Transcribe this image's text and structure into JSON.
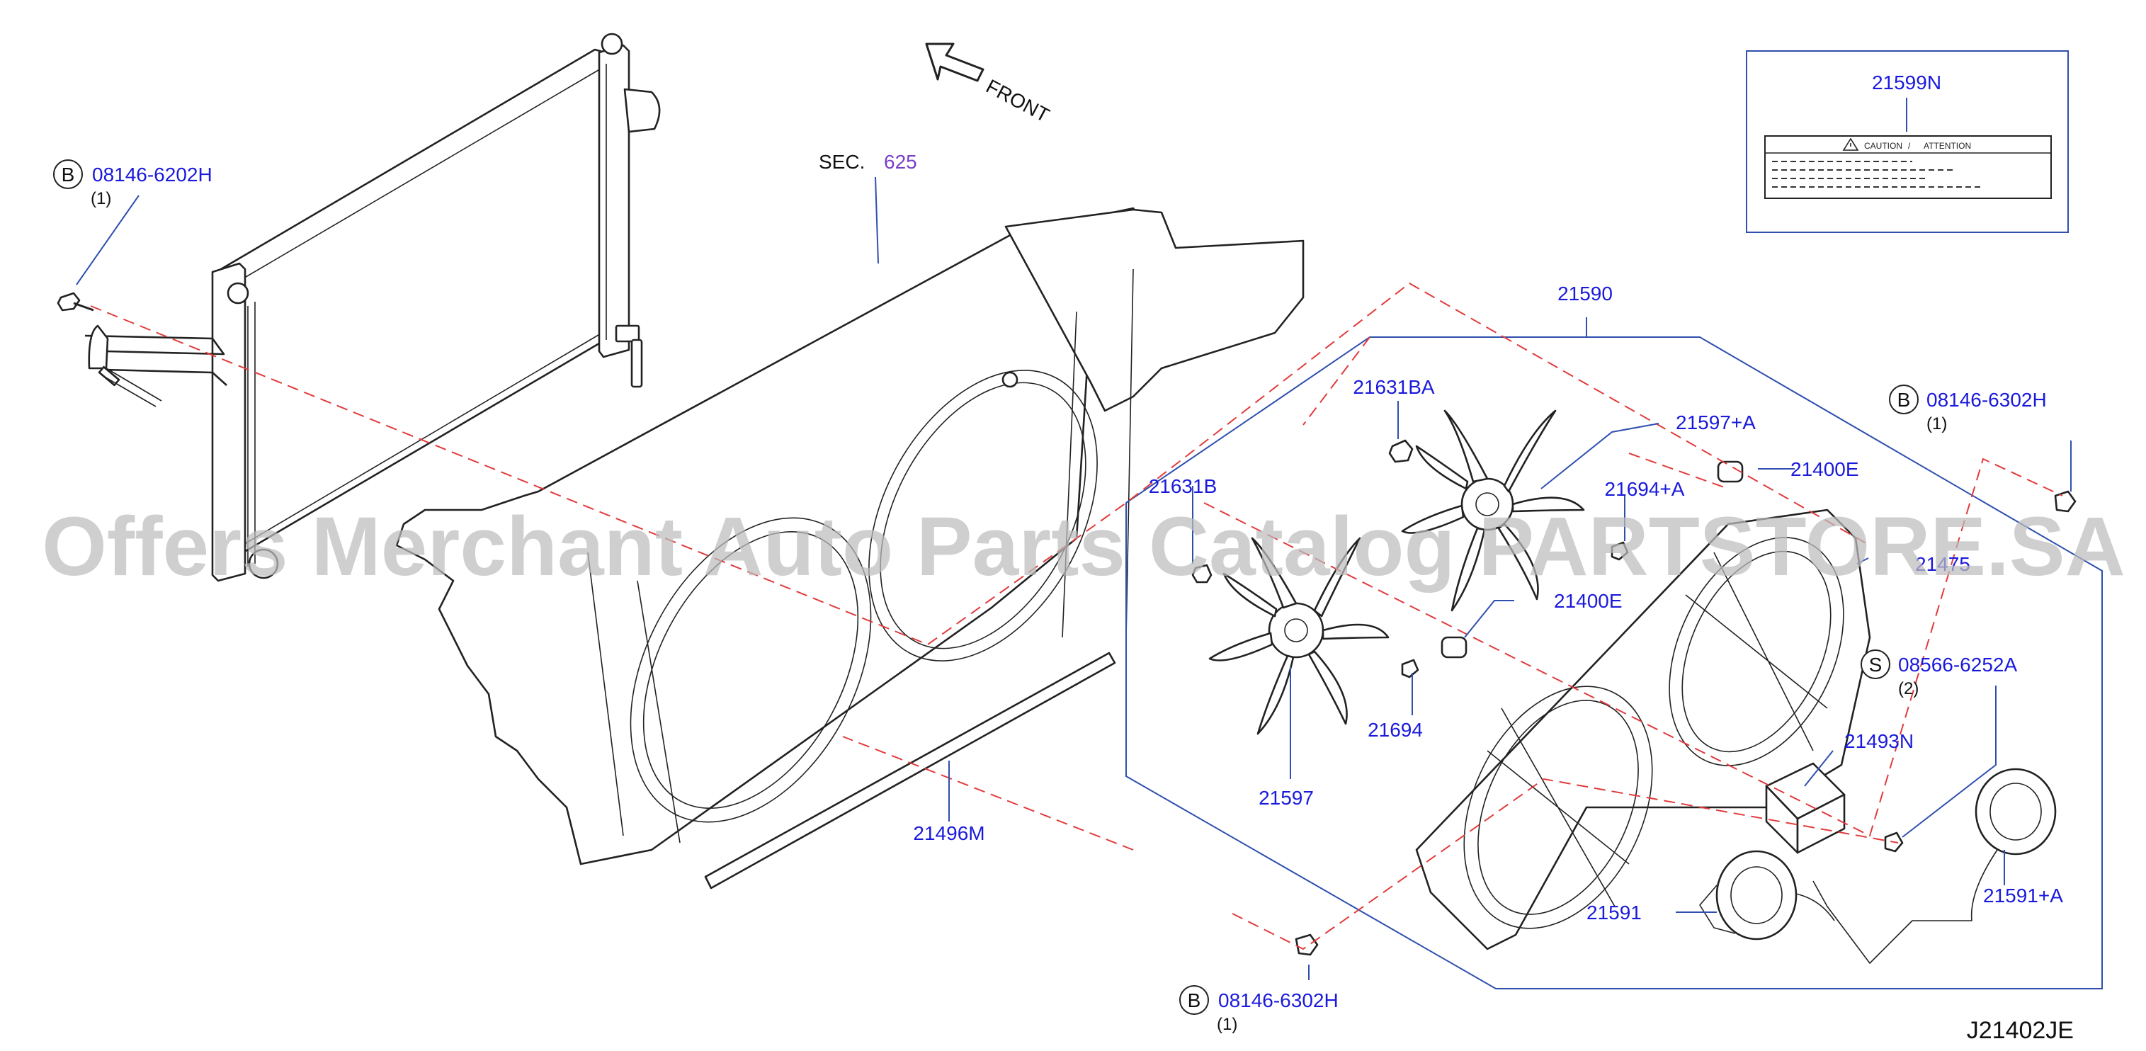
{
  "front_label": "FRONT",
  "section_ref": {
    "prefix": "SEC.",
    "number": "625"
  },
  "diagram_code": "J21402JE",
  "watermark": "Offers Merchant Auto Parts Catalog PARTSTORE.SA",
  "caution_label": {
    "part_number": "21599N",
    "caution_text": "CAUTION",
    "separator": "/",
    "attention_text": "ATTENTION"
  },
  "parts": {
    "bolt_top_left": {
      "badge": "B",
      "number": "08146-6202H",
      "qty": "(1)"
    },
    "bolt_right": {
      "badge": "B",
      "number": "08146-6302H",
      "qty": "(1)"
    },
    "bolt_bottom": {
      "badge": "B",
      "number": "08146-6302H",
      "qty": "(1)"
    },
    "screw_s": {
      "badge": "S",
      "number": "08566-6252A",
      "qty": "(2)"
    },
    "p21590": "21590",
    "p21631BA": "21631BA",
    "p21597A": "21597+A",
    "p21400E_top": "21400E",
    "p21694A": "21694+A",
    "p21631B": "21631B",
    "p21400E_mid": "21400E",
    "p21694": "21694",
    "p21597": "21597",
    "p21493N": "21493N",
    "p21475": "21475",
    "p21591": "21591",
    "p21591A": "21591+A",
    "p21496M": "21496M"
  }
}
